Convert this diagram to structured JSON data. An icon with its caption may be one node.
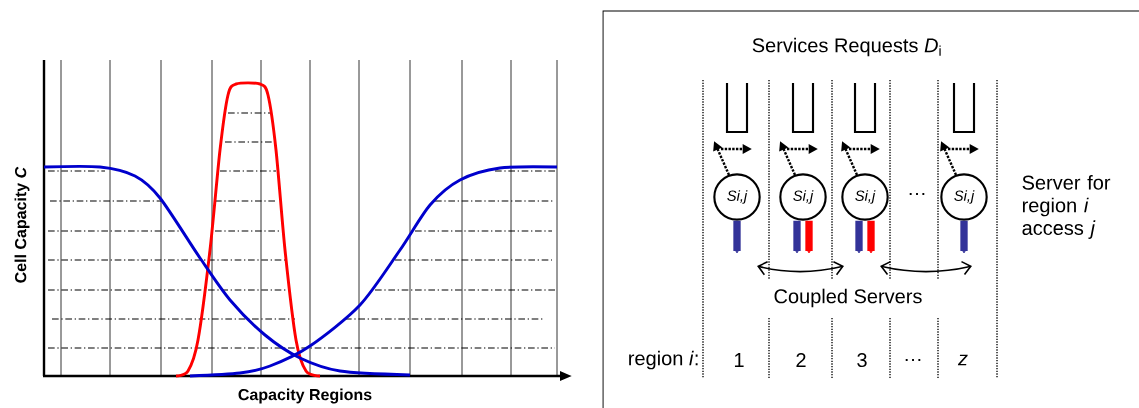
{
  "diagram": {
    "nodes": [
      {
        "text": [
          "Si,j"
        ]
      },
      {
        "text": [
          "Si,j"
        ]
      },
      {
        "text": [
          "Si,j"
        ]
      },
      {
        "text": [
          "Si,j"
        ]
      }
    ],
    "edges": [
      {
        "from": 0,
        "to": null,
        "arrow": "to"
      },
      {
        "from": 1,
        "to": null,
        "arrow": "to"
      },
      {
        "from": 1,
        "to": null,
        "arrow": "to",
        "color": "#ff0000"
      },
      {
        "from": 2,
        "to": null,
        "arrow": "to"
      },
      {
        "from": 2,
        "to": null,
        "arrow": "to",
        "color": "#ff0000"
      },
      {
        "from": 3,
        "to": null,
        "arrow": "to"
      }
    ],
    "labels": [
      "Cell Capacity *C*",
      "Capacity Regions",
      "Services Requests *D*$_{i}$",
      "…",
      "Server for region *i* access *j*",
      "Coupled Servers",
      "region *i*:",
      "1",
      "2",
      "3",
      "…",
      "z"
    ]
  }
}
